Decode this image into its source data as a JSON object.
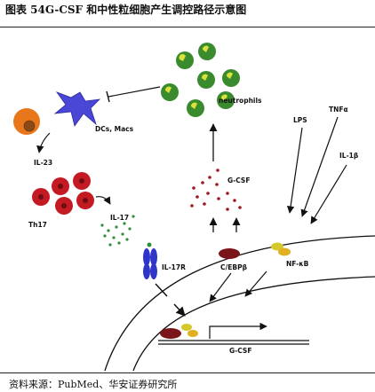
{
  "header": {
    "caption": "图表 54G-CSF 和中性粒细胞产生调控路径示意图"
  },
  "footer": {
    "source": "资料来源：PubMed、华安证券研究所"
  },
  "diagram": {
    "labels": {
      "neutrophils": "neutrophils",
      "dcs_macs": "DCs, Macs",
      "il23": "IL-23",
      "th17": "Th17",
      "il17": "IL-17",
      "gcsf_secreted": "G-CSF",
      "lps": "LPS",
      "tnf": "TNFα",
      "il1": "IL-1β",
      "il17r": "IL-17R",
      "cebpb": "C/EBPβ",
      "nfkb": "NF-κB",
      "gcsf_gene": "G-CSF"
    },
    "colors": {
      "neutrophil": "#3a8a2e",
      "neutrophil_nucleus": "#d8e23a",
      "dc": "#4a46d6",
      "macrophage": "#e8761a",
      "th17": "#c41a24",
      "il17_dots": "#2f8f3a",
      "gcsf_dots": "#9c1a22",
      "receptor": "#2f35c8",
      "cebp": "#7a1418",
      "nfkb": "#d4c82a"
    }
  }
}
